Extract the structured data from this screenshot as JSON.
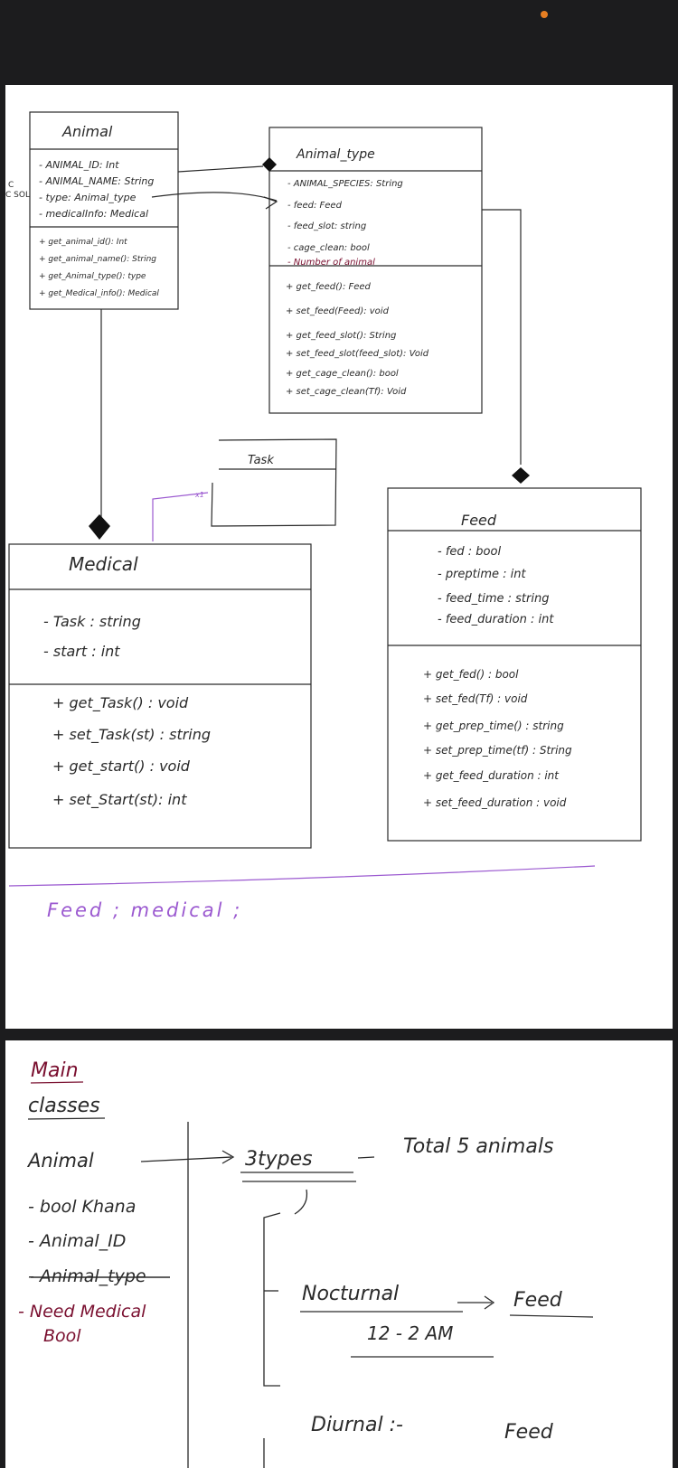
{
  "colors": {
    "background": "#1c1c1e",
    "page": "#ffffff",
    "ink": "#2a2a2a",
    "purple_ink": "#9b59d0",
    "maroon_ink": "#7a1030",
    "recording_dot": "#e67e22"
  },
  "uml": {
    "animal": {
      "title": "Animal",
      "attributes": [
        "- ANIMAL_ID: Int",
        "- ANIMAL_NAME: String",
        "- type: Animal_type",
        "- medicalInfo: Medical"
      ],
      "methods": [
        "+ get_animal_id(): Int",
        "+ get_animal_name(): String",
        "+ get_Animal_type(): type",
        "+ get_Medical_info(): Medical"
      ],
      "side_note": "C SOL"
    },
    "animal_type": {
      "title": "Animal_type",
      "attributes": [
        "- ANIMAL_SPECIES: String",
        "- feed: Feed",
        "- feed_slot: string",
        "- cage_clean: bool",
        "- Number of animal"
      ],
      "methods": [
        "+ get_feed(): Feed",
        "+ set_feed(Feed): void",
        "+ get_feed_slot(): String",
        "+ set_feed_slot(feed_slot): Void",
        "+ get_cage_clean(): bool",
        "+ set_cage_clean(Tf): Void"
      ]
    },
    "task": {
      "title": "Task",
      "multiplicity": "x1"
    },
    "medical": {
      "title": "Medical",
      "attributes": [
        "- Task : string",
        "- start : int"
      ],
      "methods": [
        "+ get_Task() : void",
        "+ set_Task(st) : string",
        "+ get_start() : void",
        "+ set_Start(st): int"
      ]
    },
    "feed": {
      "title": "Feed",
      "attributes": [
        "- fed : bool",
        "- preptime : int",
        "- feed_time : string",
        "- feed_duration : int"
      ],
      "methods": [
        "+ get_fed() : bool",
        "+ set_fed(Tf) : void",
        "+ get_prep_time() : string",
        "+ set_prep_time(tf) : String",
        "+ get_feed_duration : int",
        "+ set_feed_duration : void"
      ]
    },
    "footer_note": "Feed ; medical ;"
  },
  "notes": {
    "heading": "Main",
    "subheading": "classes",
    "animal_label": "Animal",
    "types_label": "3types",
    "total_label": "Total 5 animals",
    "items": [
      "- bool Khana",
      "- Animal_ID",
      "- Animal_type",
      "- Need Medical",
      "Bool"
    ],
    "nocturnal": "Nocturnal",
    "nocturnal_time": "12 - 2 AM",
    "diurnal": "Diurnal :-",
    "feed_word": "Feed"
  }
}
